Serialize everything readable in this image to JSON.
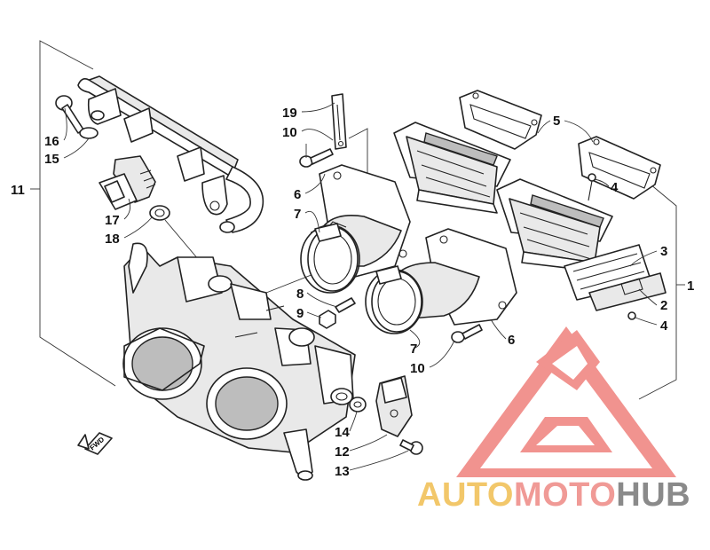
{
  "diagram": {
    "callouts": [
      {
        "id": "c1",
        "label": "1"
      },
      {
        "id": "c2",
        "label": "2"
      },
      {
        "id": "c3",
        "label": "3"
      },
      {
        "id": "c4a",
        "label": "4"
      },
      {
        "id": "c4b",
        "label": "4"
      },
      {
        "id": "c5",
        "label": "5"
      },
      {
        "id": "c6a",
        "label": "6"
      },
      {
        "id": "c6b",
        "label": "6"
      },
      {
        "id": "c7a",
        "label": "7"
      },
      {
        "id": "c7b",
        "label": "7"
      },
      {
        "id": "c8",
        "label": "8"
      },
      {
        "id": "c9",
        "label": "9"
      },
      {
        "id": "c10a",
        "label": "10"
      },
      {
        "id": "c10b",
        "label": "10"
      },
      {
        "id": "c11",
        "label": "11"
      },
      {
        "id": "c12",
        "label": "12"
      },
      {
        "id": "c13",
        "label": "13"
      },
      {
        "id": "c14",
        "label": "14"
      },
      {
        "id": "c15",
        "label": "15"
      },
      {
        "id": "c16",
        "label": "16"
      },
      {
        "id": "c17",
        "label": "17"
      },
      {
        "id": "c18",
        "label": "18"
      },
      {
        "id": "c19",
        "label": "19"
      }
    ],
    "direction_arrow": {
      "label": "FWD"
    }
  },
  "watermark": {
    "part1": "AUTO",
    "part2": "MOTO",
    "part3": "HUB",
    "colors": {
      "auto": "#f2c76a",
      "moto": "#f09a96",
      "hub": "#8a8a8a",
      "logo": "#f08a86"
    }
  }
}
